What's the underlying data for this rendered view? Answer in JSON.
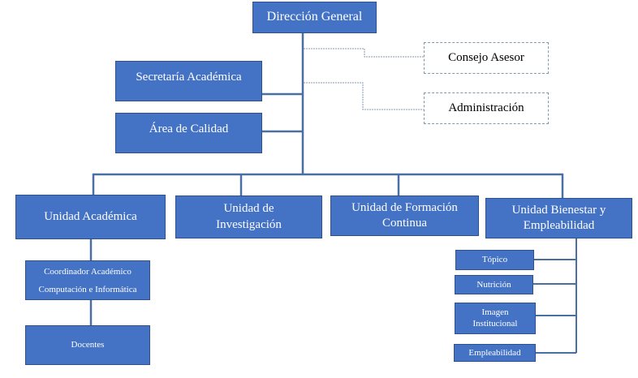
{
  "chart": {
    "root": {
      "label": "Dirección General"
    },
    "advisory": [
      {
        "label": "Consejo Asesor"
      },
      {
        "label": "Administración"
      }
    ],
    "staff": [
      {
        "label": "Secretaría Académica"
      },
      {
        "label": "Área de Calidad"
      }
    ],
    "units": [
      {
        "label": "Unidad Académica"
      },
      {
        "label": "Unidad de Investigación"
      },
      {
        "label": "Unidad de Formación Continua"
      },
      {
        "label": "Unidad Bienestar y Empleabilidad"
      }
    ],
    "academic_children": [
      {
        "label": "Coordinador Académico Computación e Informática"
      },
      {
        "label": "Docentes"
      }
    ],
    "wellbeing_children": [
      {
        "label": "Tópico"
      },
      {
        "label": "Nutrición"
      },
      {
        "label": "Imagen Institucional"
      },
      {
        "label": "Empleabilidad"
      }
    ],
    "colors": {
      "box_fill": "#4472c4",
      "box_border": "#2f528f",
      "connector": "#4a6fa5",
      "dashed_border": "#8497b0"
    }
  }
}
